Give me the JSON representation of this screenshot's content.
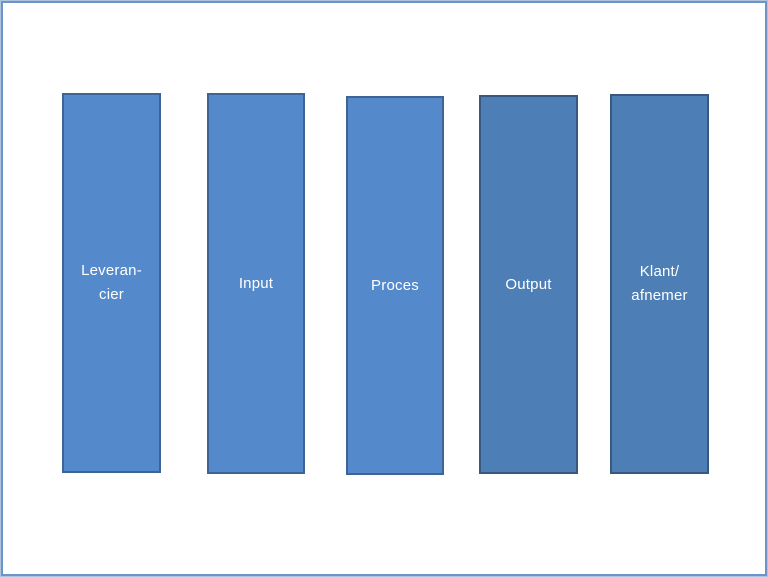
{
  "page": {
    "background_color": "#ffffff",
    "frame_outer_color": "#aec4e1",
    "frame_inner_color": "#6d94c6"
  },
  "diagram": {
    "type": "sipoc-columns",
    "columns": [
      {
        "label": "Leveran-\ncier",
        "fill": "#5489cc",
        "border_color": "#3d6494",
        "text_color": "#ffffff"
      },
      {
        "label": "Input",
        "fill": "#5489cc",
        "border_color": "#3d6494",
        "text_color": "#ffffff"
      },
      {
        "label": "Proces",
        "fill": "#5489cc",
        "border_color": "#3d6494",
        "text_color": "#ffffff"
      },
      {
        "label": "Output",
        "fill": "#4d7eb6",
        "border_color": "#39587f",
        "text_color": "#ffffff"
      },
      {
        "label": "Klant/\nafnemer",
        "fill": "#4d7eb6",
        "border_color": "#39587f",
        "text_color": "#ffffff"
      }
    ]
  }
}
